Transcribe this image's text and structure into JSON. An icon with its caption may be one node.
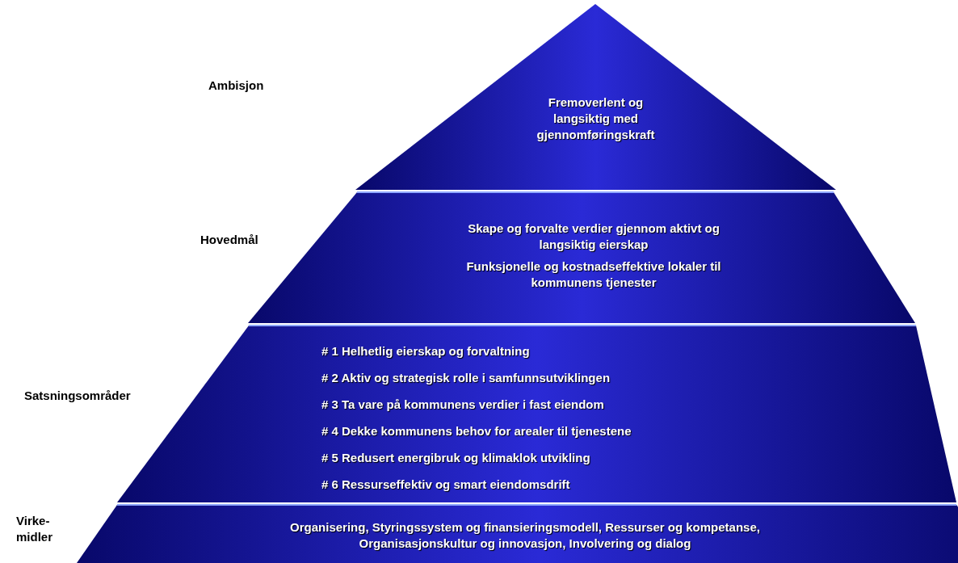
{
  "diagram": {
    "nodes": [
      {
        "text": [
          "Fremoverlent og langsiktig med gjennomføringskraft"
        ]
      },
      {
        "text": [
          "Skape og forvalte verdier gjennom aktivt og langsiktig eierskap",
          "Funksjonelle og kostnadseffektive lokaler til kommunens tjenester"
        ],
        "beside": [
          "Hovedmål"
        ]
      },
      {
        "text": [
          "# 1 Helhetlig eierskap og forvaltning",
          "# 2 Aktiv og strategisk rolle i samfunnsutviklingen",
          "# 3 Ta vare på kommunens verdier i fast eiendom",
          "# 4 Dekke kommunens behov for arealer til tjenestene",
          "# 5 Redusert energibruk og klimaklok utvikling",
          "# 6 Ressurseffektiv og smart eiendomsdrift"
        ],
        "beside": [
          "Satsningsområder"
        ]
      },
      {
        "text": [
          "Organisering, Styringssystem og finansieringsmodell, Ressurser og kompetanse, Organisasjonskultur og innovasjon, Involvering og dialog"
        ],
        "beside": [
          "Virke- midler"
        ]
      }
    ],
    "labels": [
      "Ambisjon"
    ]
  }
}
